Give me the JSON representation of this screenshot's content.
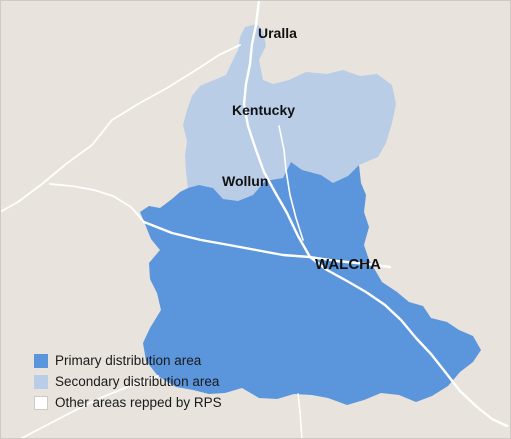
{
  "colors": {
    "background": "#e8e3dd",
    "frame": "#cfcac3",
    "primary": "#5b95dc",
    "secondary": "#b9cde7",
    "road": "#ffffff",
    "other_area": "#ffffff"
  },
  "places": {
    "uralla": "Uralla",
    "kentucky": "Kentucky",
    "wollun": "Wollun",
    "walcha": "WALCHA"
  },
  "legend": {
    "primary": "Primary distribution area",
    "secondary": "Secondary distribution area",
    "other": "Other areas repped by RPS"
  }
}
